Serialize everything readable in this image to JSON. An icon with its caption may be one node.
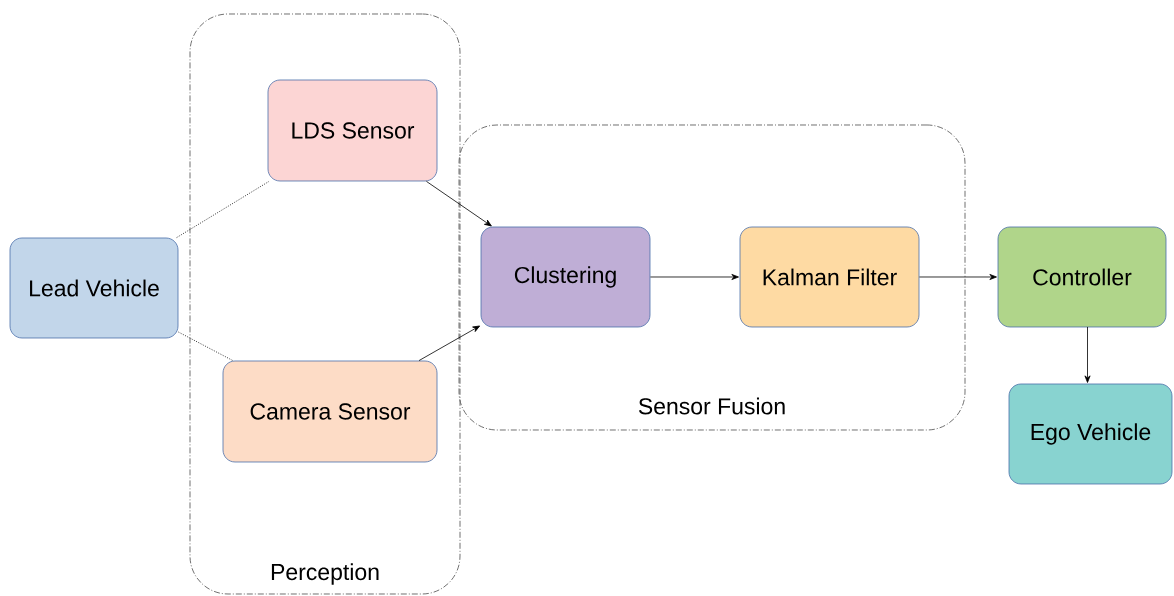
{
  "diagram": {
    "nodes": [
      {
        "text": [
          "Lead Vehicle"
        ]
      },
      {
        "text": [
          "Perception"
        ]
      },
      {
        "text": [
          "LDS Sensor"
        ],
        "in": 1
      },
      {
        "text": [
          "Camera Sensor"
        ],
        "in": 1
      },
      {
        "text": [
          "Sensor Fusion"
        ]
      },
      {
        "text": [
          "Clustering"
        ],
        "in": 4
      },
      {
        "text": [
          "Kalman Filter"
        ],
        "in": 4
      },
      {
        "text": [
          "Controller"
        ]
      },
      {
        "text": [
          "Ego Vehicle"
        ]
      }
    ],
    "edges": [
      {
        "from": 0,
        "to": 2,
        "arrow": "none",
        "style": "dashed"
      },
      {
        "from": 0,
        "to": 3,
        "arrow": "none",
        "style": "dashed"
      },
      {
        "from": 2,
        "to": 5,
        "arrow": "to"
      },
      {
        "from": 3,
        "to": 5,
        "arrow": "to"
      },
      {
        "from": 5,
        "to": 6,
        "arrow": "to"
      },
      {
        "from": 6,
        "to": 7,
        "arrow": "to"
      },
      {
        "from": 7,
        "to": 8,
        "arrow": "to"
      }
    ]
  }
}
